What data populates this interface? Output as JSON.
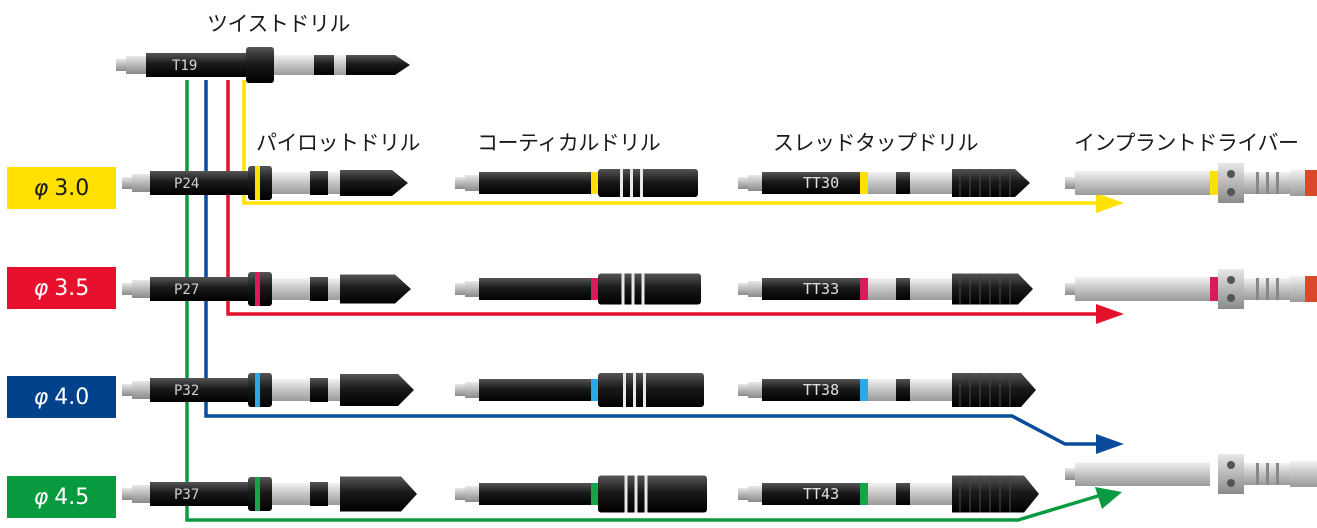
{
  "headers": {
    "twist_drill": "ツイストドリル",
    "pilot_drill": "パイロットドリル",
    "cortical_drill": "コーティカルドリル",
    "thread_tap_drill": "スレッドタップドリル",
    "implant_driver": "インプラントドライバー"
  },
  "twist_drill_code": "T19",
  "rows": [
    {
      "phi": "φ",
      "size": "3.0",
      "badge_color": "#ffe000",
      "badge_text_color": "#1a1a1a",
      "band_color": "#ffe000",
      "line_color": "#ffe100",
      "pilot_code": "P24",
      "tap_code": "TT30",
      "has_driver": true
    },
    {
      "phi": "φ",
      "size": "3.5",
      "badge_color": "#e8112d",
      "badge_text_color": "#ffffff",
      "band_color": "#d81b5a",
      "line_color": "#e5112a",
      "pilot_code": "P27",
      "tap_code": "TT33",
      "has_driver": true
    },
    {
      "phi": "φ",
      "size": "4.0",
      "badge_color": "#00418c",
      "badge_text_color": "#ffffff",
      "band_color": "#2aa8e8",
      "line_color": "#0a4b9c",
      "pilot_code": "P32",
      "tap_code": "TT38",
      "has_driver": false
    },
    {
      "phi": "φ",
      "size": "4.5",
      "badge_color": "#089a3e",
      "badge_text_color": "#ffffff",
      "band_color": "#16a34a",
      "line_color": "#0a9a42",
      "pilot_code": "P37",
      "tap_code": "TT43",
      "has_driver": true
    }
  ]
}
